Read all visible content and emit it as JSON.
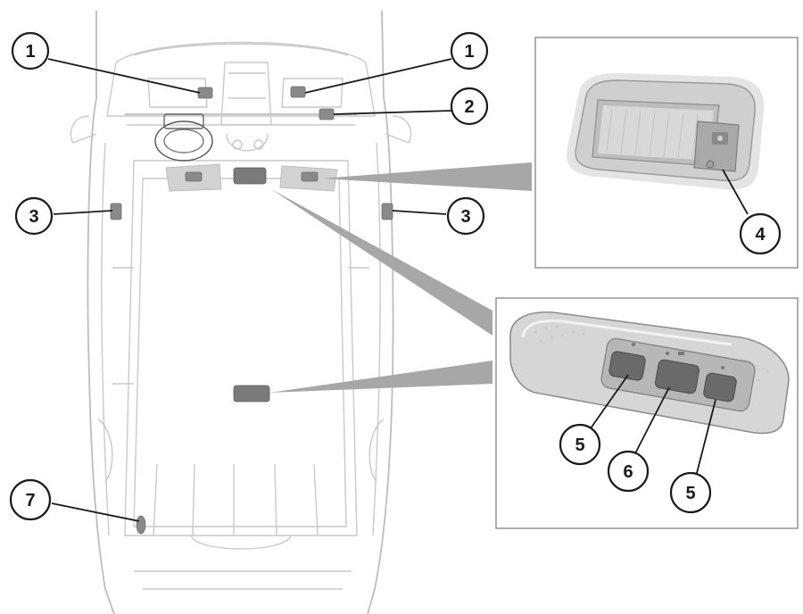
{
  "diagram": {
    "callouts": [
      {
        "id": "c1a",
        "label": "1"
      },
      {
        "id": "c1b",
        "label": "1"
      },
      {
        "id": "c2",
        "label": "2"
      },
      {
        "id": "c3a",
        "label": "3"
      },
      {
        "id": "c3b",
        "label": "3"
      },
      {
        "id": "c4",
        "label": "4"
      },
      {
        "id": "c5a",
        "label": "5"
      },
      {
        "id": "c6",
        "label": "6"
      },
      {
        "id": "c5b",
        "label": "5"
      },
      {
        "id": "c7",
        "label": "7"
      }
    ],
    "colors": {
      "outline": "#c9c9c9",
      "lamp": "#8a8a8a",
      "beam": "#a7a7a7",
      "callout_stroke": "#1a1a1a"
    }
  }
}
